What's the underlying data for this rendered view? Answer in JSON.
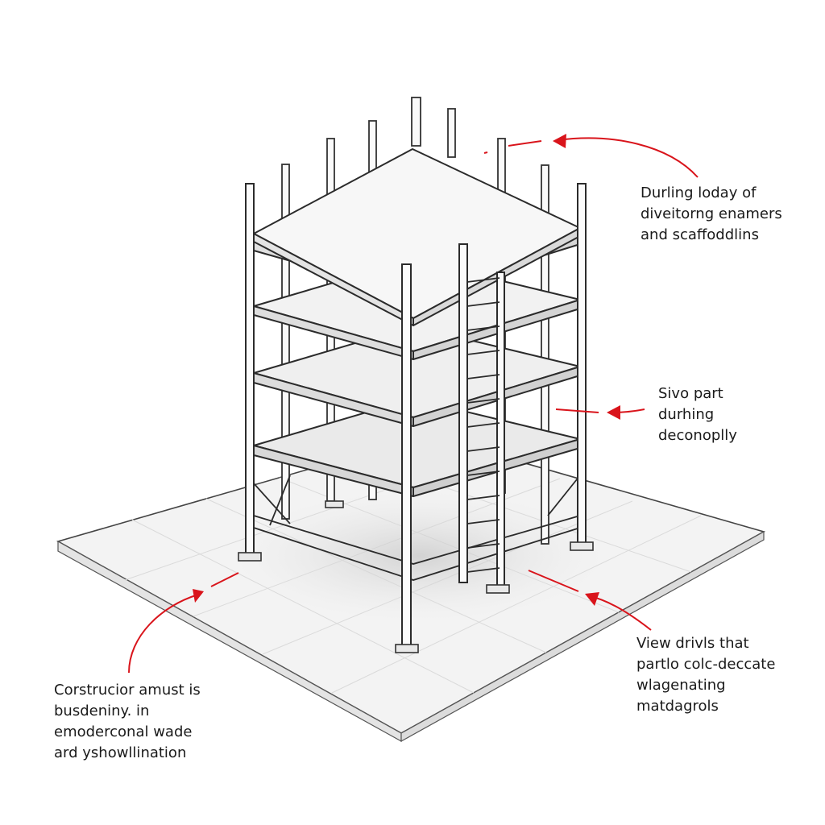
{
  "annotations": [
    {
      "id": "note-top-right",
      "lines": [
        "Durling loday of",
        "diveitorng enamers",
        "and scaffoddlins"
      ]
    },
    {
      "id": "note-mid-right",
      "lines": [
        "Sivo part",
        "durhing",
        "deconoplly"
      ]
    },
    {
      "id": "note-bottom-right",
      "lines": [
        "View drivls that",
        "partlo colc-deccate",
        "wlagenating",
        "matdagrols"
      ]
    },
    {
      "id": "note-bottom-left",
      "lines": [
        "Corstrucior amust is",
        "busdeniny. in",
        "emoderconal wade",
        "ard yshowllination"
      ]
    }
  ],
  "colors": {
    "ink": "#2b2b2b",
    "arrow": "#d9141b",
    "ground": "#f4f4f4",
    "deck": "#f6f6f6",
    "shadow": "#d6d6d6"
  }
}
